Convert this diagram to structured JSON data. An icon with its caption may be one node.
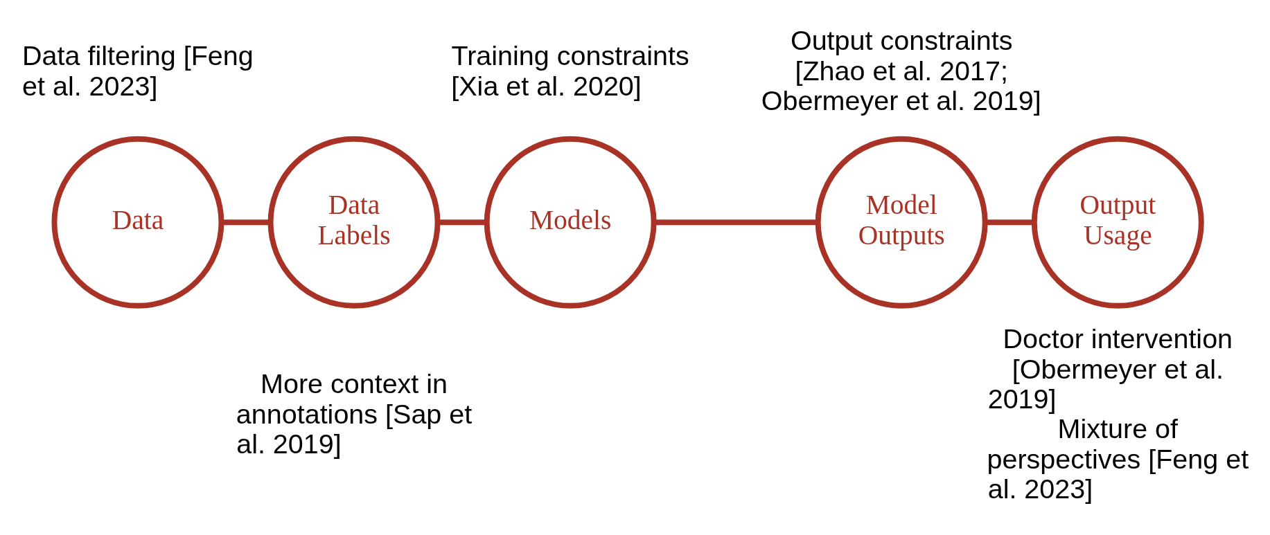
{
  "diagram": {
    "nodes": [
      {
        "text": [
          "Data"
        ],
        "beside": [
          "Data filtering [Feng et al. 2023]"
        ]
      },
      {
        "text": [
          "Data Labels"
        ],
        "beside": [
          "More context in annotations [Sap et al. 2019]"
        ]
      },
      {
        "text": [
          "Models"
        ],
        "beside": [
          "Training constraints [Xia et al. 2020]"
        ]
      },
      {
        "text": [
          "Model Outputs"
        ],
        "beside": [
          "Output constraints [Zhao et al. 2017; Obermeyer et al. 2019]"
        ]
      },
      {
        "text": [
          "Output Usage"
        ],
        "beside": [
          "Doctor intervention [Obermeyer et al. 2019]",
          "Mixture of perspectives [Feng et al. 2023]"
        ]
      }
    ],
    "edges": [
      {
        "from": 0,
        "to": 1,
        "arrow": "none"
      },
      {
        "from": 1,
        "to": 2,
        "arrow": "none"
      },
      {
        "from": 2,
        "to": 3,
        "arrow": "none"
      },
      {
        "from": 3,
        "to": 4,
        "arrow": "none"
      }
    ]
  }
}
